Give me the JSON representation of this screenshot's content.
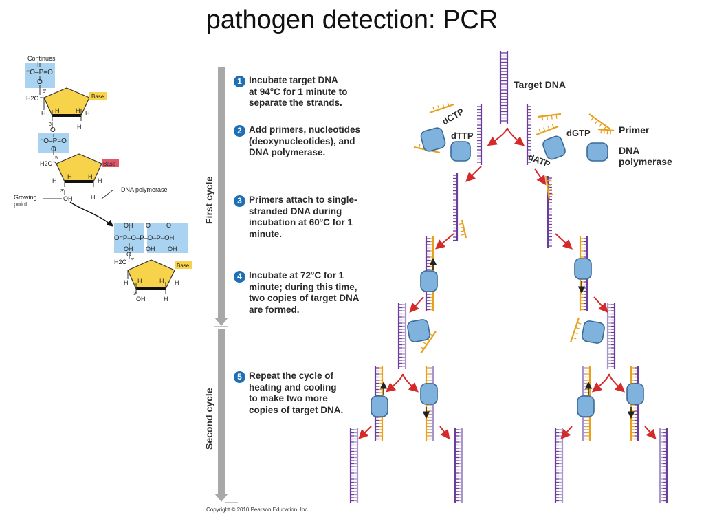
{
  "slide": {
    "title": "pathogen detection: PCR"
  },
  "nucleotide": {
    "continues": "Continues",
    "base": "Base",
    "dna_polymerase": "DNA polymerase",
    "growing_point": "Growing\npoint",
    "oh": "OH",
    "h": "H",
    "h2c": "H2C",
    "three_prime": "3'",
    "five_prime": "5'"
  },
  "cycles": {
    "first": "First cycle",
    "second": "Second cycle"
  },
  "steps": [
    {
      "n": "1",
      "text": "Incubate target DNA\nat 94°C for 1 minute to\nseparate the strands."
    },
    {
      "n": "2",
      "text": "Add primers, nucleotides\n(deoxynucleotides), and\nDNA polymerase."
    },
    {
      "n": "3",
      "text": "Primers attach to single-\nstranded DNA during\nincubation at 60°C for 1\nminute."
    },
    {
      "n": "4",
      "text": "Incubate at 72°C for 1\nminute; during this time,\ntwo copies of target DNA\nare formed."
    },
    {
      "n": "5",
      "text": "Repeat the cycle of\nheating and cooling\nto make two more\ncopies of target DNA."
    }
  ],
  "labels": {
    "target_dna": "Target DNA",
    "primer": "Primer",
    "dna_polymerase": "DNA\npolymerase",
    "dctp": "dCTP",
    "dttp": "dTTP",
    "dgtp": "dGTP",
    "datp": "dATP"
  },
  "copyright": "Copyright © 2010 Pearson Education, Inc.",
  "colors": {
    "strand": "#6a3d9a",
    "new_strand": "#e8a020",
    "arrow": "#d42a2a",
    "enzyme": "#7fb2dc",
    "phosphate": "#a9d3f0",
    "base_yellow": "#f7d24b",
    "base_pink": "#e0566b"
  }
}
